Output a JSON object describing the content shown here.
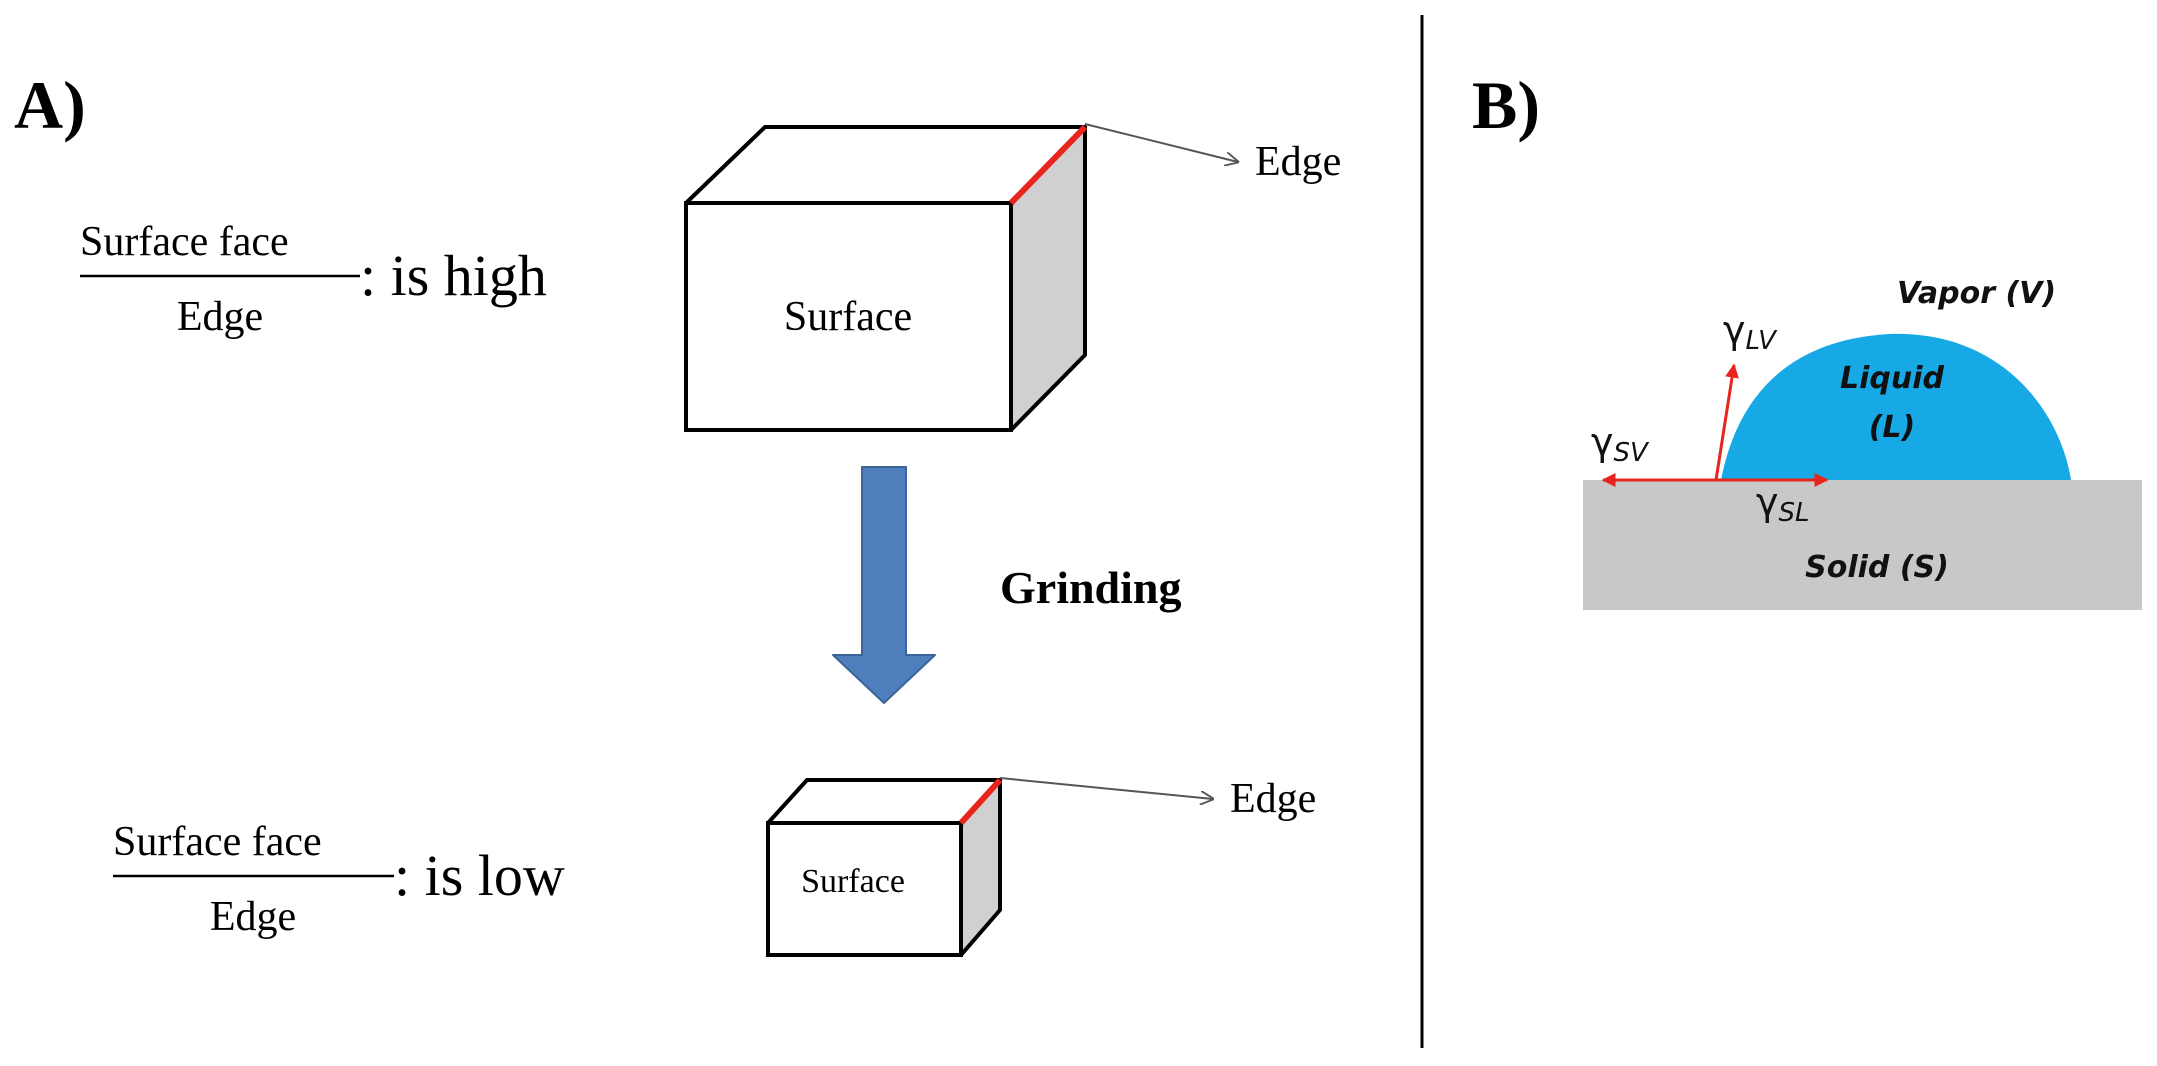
{
  "panel_a": {
    "label": "A)",
    "cube_large": {
      "face_label": "Surface",
      "edge_label": "Edge"
    },
    "cube_small": {
      "face_label": "Surface",
      "edge_label": "Edge"
    },
    "ratio_high": {
      "numerator": "Surface face",
      "denominator": "Edge",
      "suffix": ": is high"
    },
    "ratio_low": {
      "numerator": "Surface face",
      "denominator": "Edge",
      "suffix": ": is low"
    },
    "process_label": "Grinding"
  },
  "panel_b": {
    "label": "B)",
    "vapor_label": "Vapor (V)",
    "liquid_label_1": "Liquid",
    "liquid_label_2": "(L)",
    "solid_label": "Solid (S)",
    "gamma_lv": {
      "symbol": "γ",
      "subscript": "LV"
    },
    "gamma_sv": {
      "symbol": "γ",
      "subscript": "SV"
    },
    "gamma_sl": {
      "symbol": "γ",
      "subscript": "SL"
    }
  },
  "colors": {
    "edge_highlight": "#e8241c",
    "arrow_blue": "#4f7ebc",
    "arrow_blue_stroke": "#3a6499",
    "cube_side": "#d0d0d0",
    "liquid": "#17a9e6",
    "solid": "#c8c8c8",
    "vector": "#e8241c"
  }
}
